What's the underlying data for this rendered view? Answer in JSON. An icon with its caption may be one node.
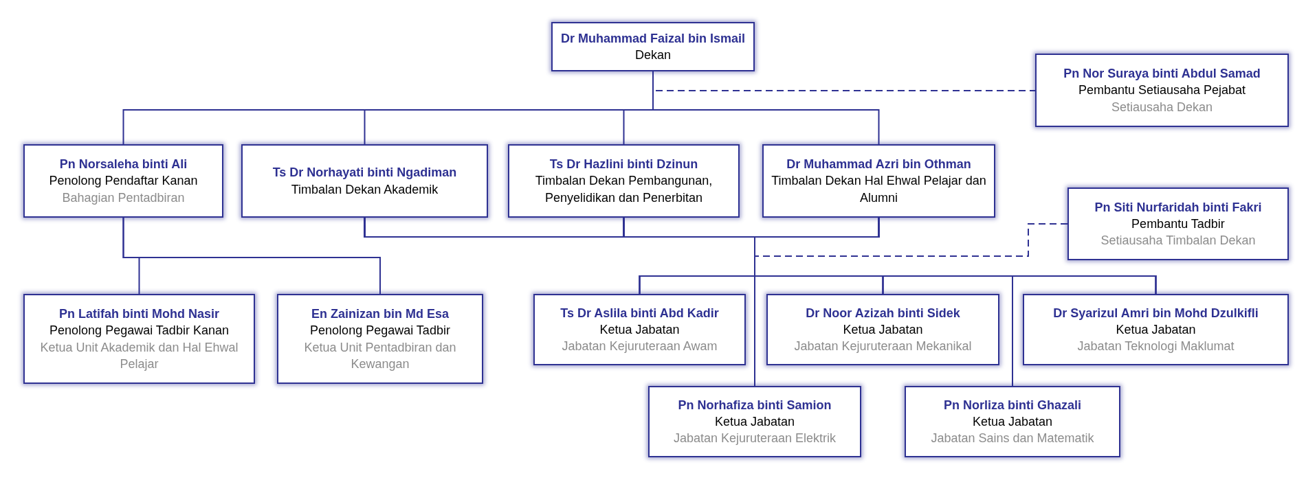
{
  "diagram": {
    "nodes": [
      {
        "text": [
          "Dr Muhammad Faizal bin Ismail",
          "Dekan"
        ]
      },
      {
        "text": [
          "Pn Nor Suraya binti Abdul Samad",
          "Pembantu Setiausaha Pejabat",
          "Setiausaha Dekan"
        ]
      },
      {
        "text": [
          "Pn Norsaleha binti Ali",
          "Penolong Pendaftar Kanan",
          "Bahagian Pentadbiran"
        ]
      },
      {
        "text": [
          "Ts Dr Norhayati binti Ngadiman",
          "Timbalan Dekan Akademik"
        ]
      },
      {
        "text": [
          "Ts Dr Hazlini binti Dzinun",
          "Timbalan Dekan Pembangunan, Penyelidikan dan Penerbitan"
        ]
      },
      {
        "text": [
          "Dr Muhammad Azri bin Othman",
          "Timbalan Dekan Hal Ehwal Pelajar dan Alumni"
        ]
      },
      {
        "text": [
          "Pn Siti Nurfaridah binti Fakri",
          "Pembantu Tadbir",
          "Setiausaha Timbalan Dekan"
        ]
      },
      {
        "text": [
          "Pn Latifah binti Mohd Nasir",
          "Penolong Pegawai Tadbir Kanan",
          "Ketua Unit Akademik dan Hal Ehwal Pelajar"
        ]
      },
      {
        "text": [
          "En Zainizan bin Md Esa",
          "Penolong Pegawai Tadbir",
          "Ketua Unit Pentadbiran dan Kewangan"
        ]
      },
      {
        "text": [
          "Ts Dr Aslila binti Abd Kadir",
          "Ketua Jabatan",
          "Jabatan Kejuruteraan Awam"
        ]
      },
      {
        "text": [
          "Dr Noor Azizah binti Sidek",
          "Ketua Jabatan",
          "Jabatan Kejuruteraan Mekanikal"
        ]
      },
      {
        "text": [
          "Dr Syarizul Amri bin Mohd Dzulkifli",
          "Ketua Jabatan",
          "Jabatan Teknologi Maklumat"
        ]
      },
      {
        "text": [
          "Pn Norhafiza binti Samion",
          "Ketua Jabatan",
          "Jabatan Kejuruteraan Elektrik"
        ]
      },
      {
        "text": [
          "Pn Norliza binti Ghazali",
          "Ketua Jabatan",
          "Jabatan Sains dan Matematik"
        ]
      }
    ],
    "edges": [
      {
        "from": 0,
        "to": 1,
        "arrow": "none",
        "style": "dashed"
      },
      {
        "from": 0,
        "to": 2,
        "arrow": "none"
      },
      {
        "from": 0,
        "to": 3,
        "arrow": "none"
      },
      {
        "from": 0,
        "to": 4,
        "arrow": "none"
      },
      {
        "from": 0,
        "to": 5,
        "arrow": "none"
      },
      {
        "from": 2,
        "to": 7,
        "arrow": "none"
      },
      {
        "from": 2,
        "to": 8,
        "arrow": "none"
      },
      {
        "from": 3,
        "to": 9,
        "arrow": "none"
      },
      {
        "from": 3,
        "to": 10,
        "arrow": "none"
      },
      {
        "from": 3,
        "to": 11,
        "arrow": "none"
      },
      {
        "from": 3,
        "to": 12,
        "arrow": "none"
      },
      {
        "from": 3,
        "to": 13,
        "arrow": "none"
      },
      {
        "from": 4,
        "to": 9,
        "arrow": "none"
      },
      {
        "from": 4,
        "to": 10,
        "arrow": "none"
      },
      {
        "from": 4,
        "to": 11,
        "arrow": "none"
      },
      {
        "from": 4,
        "to": 12,
        "arrow": "none"
      },
      {
        "from": 4,
        "to": 13,
        "arrow": "none"
      },
      {
        "from": 5,
        "to": 9,
        "arrow": "none"
      },
      {
        "from": 5,
        "to": 10,
        "arrow": "none"
      },
      {
        "from": 5,
        "to": 11,
        "arrow": "none"
      },
      {
        "from": 5,
        "to": 12,
        "arrow": "none"
      },
      {
        "from": 5,
        "to": 13,
        "arrow": "none"
      },
      {
        "from": 6,
        "to": 3,
        "arrow": "none",
        "style": "dashed"
      },
      {
        "from": 6,
        "to": 4,
        "arrow": "none",
        "style": "dashed"
      },
      {
        "from": 6,
        "to": 5,
        "arrow": "none",
        "style": "dashed"
      }
    ]
  }
}
